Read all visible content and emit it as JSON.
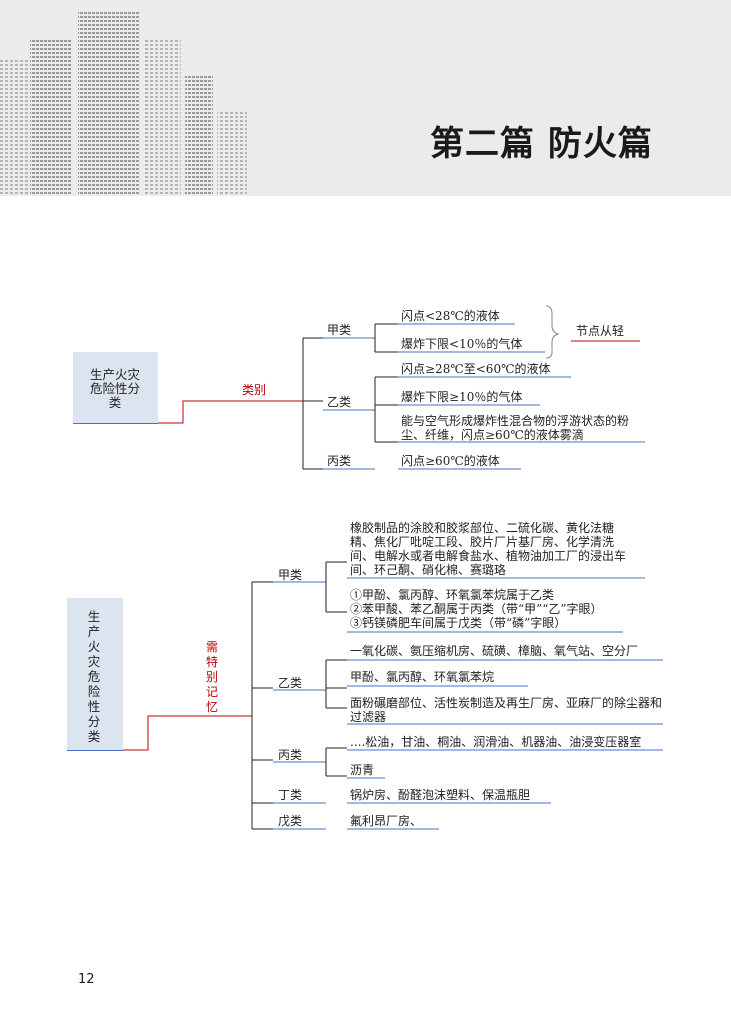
{
  "header": {
    "title": "第二篇 防火篇"
  },
  "map1": {
    "root": "生产火灾危险性分类",
    "branch": "类别",
    "jia": {
      "label": "甲类",
      "items": [
        "闪点<28℃的液体",
        "爆炸下限<10％的气体"
      ],
      "note": "节点从轻"
    },
    "yi": {
      "label": "乙类",
      "items": [
        "闪点≥28℃至<60℃的液体",
        "爆炸下限≥10％的气体",
        "能与空气形成爆炸性混合物的浮游状态的粉尘、纤维，闪点≥60℃的液体雾滴"
      ]
    },
    "bing": {
      "label": "丙类",
      "items": [
        "闪点≥60℃的液体"
      ]
    }
  },
  "map2": {
    "root": "生产火灾危险性分类",
    "branch": "需特别记忆",
    "jia": {
      "label": "甲类",
      "items": [
        "橡胶制品的涂胶和胶浆部位、二硫化碳、黄化法糖精、焦化厂吡啶工段、胶片厂片基厂房、化学清洗间、电解水或者电解食盐水、植物油加工厂的浸出车间、环己酮、硝化棉、赛璐珞",
        "①甲酚、氯丙醇、环氧氯苯烷属于乙类",
        "②苯甲酸、苯乙酮属于丙类（带“甲”“乙”字眼）",
        "③钙镁磷肥车间属于戊类（带“磷”字眼）"
      ]
    },
    "yi": {
      "label": "乙类",
      "items": [
        "一氧化碳、氨压缩机房、硫磺、樟脑、氧气站、空分厂",
        "甲酚、氯丙醇、环氧氯苯烷",
        "面粉碾磨部位、活性炭制造及再生厂房、亚麻厂的除尘器和过滤器"
      ]
    },
    "bing": {
      "label": "丙类",
      "items": [
        "....松油，甘油、桐油、润滑油、机器油、油浸变压器室",
        "沥青"
      ]
    },
    "ding": {
      "label": "丁类",
      "items": [
        "锅炉房、酚醛泡沫塑料、保温瓶胆"
      ]
    },
    "wu": {
      "label": "戊类",
      "items": [
        "氟利昂厂房、"
      ]
    }
  },
  "page_number": "12"
}
